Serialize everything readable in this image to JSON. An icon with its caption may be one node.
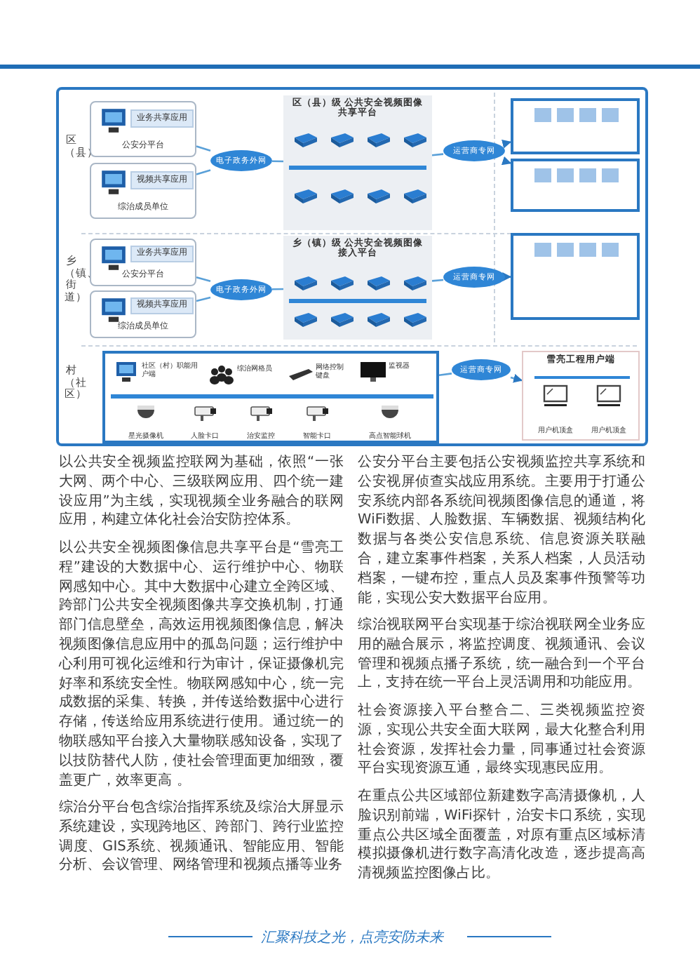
{
  "diagram": {
    "nodes": [
      {
        "text": [
          "公安分平台"
        ]
      },
      {
        "text": [
          "业务共享应用"
        ],
        "in": 0
      },
      {
        "text": [
          "综治成员单位"
        ]
      },
      {
        "text": [
          "视频共享应用"
        ],
        "in": 2
      },
      {
        "text": [
          "电子政务外网"
        ]
      },
      {
        "text": [
          "区（县）级 公共安全视频图像共享平台"
        ]
      },
      {
        "text": [
          "运营商专网"
        ]
      },
      {
        "text": [],
        "shape": "box"
      },
      {
        "text": [],
        "shape": "box"
      },
      {
        "text": [
          "公安分平台"
        ]
      },
      {
        "text": [
          "业务共享应用"
        ],
        "in": 9
      },
      {
        "text": [
          "综治成员单位"
        ]
      },
      {
        "text": [
          "视频共享应用"
        ],
        "in": 11
      },
      {
        "text": [
          "电子政务外网"
        ]
      },
      {
        "text": [
          "乡（镇）级 公共安全视频图像接入平台"
        ]
      },
      {
        "text": [
          "运营商专网"
        ]
      },
      {
        "text": [],
        "shape": "box"
      },
      {
        "text": [],
        "shape": "box"
      },
      {
        "text": [
          "社区（村）职能用户端"
        ],
        "in": 17
      },
      {
        "text": [
          "综治网格员"
        ],
        "in": 17
      },
      {
        "text": [
          "网络控制键盘"
        ],
        "in": 17
      },
      {
        "text": [
          "监视器"
        ],
        "in": 17
      },
      {
        "text": [
          "星光摄像机"
        ],
        "in": 17
      },
      {
        "text": [
          "人脸卡口"
        ],
        "in": 17
      },
      {
        "text": [
          "治安监控"
        ],
        "in": 17
      },
      {
        "text": [
          "智能卡口"
        ],
        "in": 17
      },
      {
        "text": [
          "高点智能球机"
        ],
        "in": 17
      },
      {
        "text": [
          "运营商专网"
        ]
      },
      {
        "text": [
          "雪亮工程用户端"
        ]
      },
      {
        "text": [
          "用户机顶盒"
        ],
        "in": 28
      },
      {
        "text": [
          "用户机顶盒"
        ],
        "in": 28
      }
    ],
    "edges": [
      {
        "from": 0,
        "to": 4,
        "arrow": "none"
      },
      {
        "from": 2,
        "to": 4,
        "arrow": "none"
      },
      {
        "from": 4,
        "to": 5,
        "arrow": "none"
      },
      {
        "from": 5,
        "to": 6,
        "arrow": "none"
      },
      {
        "from": 6,
        "to": 7,
        "arrow": "to"
      },
      {
        "from": 6,
        "to": 8,
        "arrow": "to"
      },
      {
        "from": 9,
        "to": 13,
        "arrow": "none"
      },
      {
        "from": 11,
        "to": 13,
        "arrow": "none"
      },
      {
        "from": 13,
        "to": 14,
        "arrow": "none"
      },
      {
        "from": 14,
        "to": 15,
        "arrow": "none"
      },
      {
        "from": 15,
        "to": 16,
        "arrow": "to"
      },
      {
        "from": 17,
        "to": 27,
        "arrow": "none"
      },
      {
        "from": 27,
        "to": 28,
        "arrow": "to"
      }
    ],
    "labels": [
      "区（县）",
      "乡（镇、街道）",
      "村（社区）",
      "以公共安全视频监控联网为基础，依照“一张大网、两个中心、三级联网应用、四个统一建设应用”为主线，实现视频全业务融合的联网应用，构建立体化社会治安防控体系。",
      "以公共安全视频图像信息共享平台是“雪亮工程”建设的大数据中心、运行维护中心、物联网感知中心。其中大数据中心建立全跨区域、跨部门公共安全视频图像共享交换机制，打通部门信息壁垒，高效运用视频图像信息，解决视频图像信息应用中的孤岛问题；运行维护中心利用可视化运维和行为审计，保证摄像机完好率和系统安全性。物联网感知中心，统一完成数据的采集、转换，并传送给数据中心进行存储，传送给应用系统进行使用。通过统一的物联感知平台接入大量物联感知设备，实现了以技防替代人防，使社会管理面更加细致，覆盖更广，效率更高 。",
      "综治分平台包含综治指挥系统及综治大屏显示系统建设，实现跨地区、跨部门、跨行业监控调度、GIS系统、视频通讯、智能应用、智能分析、会议管理、网络管理和视频点播等业务",
      "公安分平台主要包括公安视频监控共享系统和公安视屏侦查实战应用系统。主要用于打通公安系统内部各系统间视频图像信息的通道，将WiFi数据、人脸数据、车辆数据、视频结构化数据与各类公安信息系统、信息资源关联融合，建立案事件档案，关系人档案，人员活动档案，一键布控，重点人员及案事件预警等功能，实现公安大数据平台应用。",
      "综治视联网平台实现基于综治视联网全业务应用的融合展示，将监控调度、视频通讯、会议管理和视频点播子系统，统一融合到一个平台上，支持在统一平台上灵活调用和功能应用。",
      "社会资源接入平台整合二、三类视频监控资源，实现公共安全面大联网，最大化整合利用社会资源，发挥社会力量，同事通过社会资源平台实现资源互通，最终实现惠民应用。",
      "在重点公共区域部位新建数字高清摄像机，人脸识别前端，WiFi探针，治安卡口系统，实现重点公共区域全面覆盖，对原有重点区域标清模拟摄像机进行数字高清化改造，逐步提高高清视频监控图像占比。",
      "汇聚科技之光，点亮安防未来"
    ]
  }
}
